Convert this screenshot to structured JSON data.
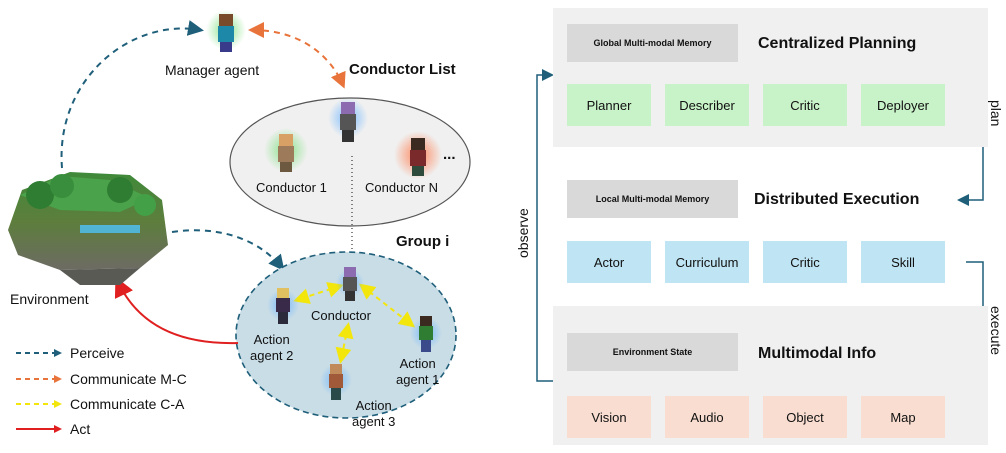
{
  "left": {
    "manager_label": "Manager agent",
    "conductor_list_title": "Conductor List",
    "conductor1_label": "Conductor 1",
    "conductorN_label": "Conductor N",
    "ellipsis": "...",
    "group_title": "Group i",
    "environment_label": "Environment",
    "conductor_label": "Conductor",
    "action_agent_2": [
      "Action",
      "agent 2"
    ],
    "action_agent_1": [
      "Action",
      "agent 1"
    ],
    "action_agent_3": [
      "Action",
      "agent 3"
    ],
    "legend": [
      {
        "label": "Perceive",
        "color": "#1f5f7a",
        "style": "dashed"
      },
      {
        "label": "Communicate M-C",
        "color": "#e8743b",
        "style": "dashed"
      },
      {
        "label": "Communicate C-A",
        "color": "#f2e60c",
        "style": "dashed"
      },
      {
        "label": "Act",
        "color": "#e02020",
        "style": "solid"
      }
    ]
  },
  "right": {
    "planning": {
      "memory": "Global Multi-modal Memory",
      "title": "Centralized Planning",
      "modules": [
        "Planner",
        "Describer",
        "Critic",
        "Deployer"
      ]
    },
    "execution": {
      "memory": "Local Multi-modal Memory",
      "title": "Distributed Execution",
      "modules": [
        "Actor",
        "Curriculum",
        "Critic",
        "Skill"
      ]
    },
    "info": {
      "memory": "Environment State",
      "title": "Multimodal Info",
      "modules": [
        "Vision",
        "Audio",
        "Object",
        "Map"
      ]
    },
    "flow_labels": {
      "observe": "observe",
      "plan": "plan",
      "execute": "execute"
    }
  },
  "colors": {
    "perceive": "#1f5f7a",
    "communicate_mc": "#e8743b",
    "communicate_ca": "#f2e60c",
    "act": "#e02020",
    "planning_module": "#c8f2c8",
    "execution_module": "#bfe4f3",
    "info_module": "#f9ddd0"
  }
}
